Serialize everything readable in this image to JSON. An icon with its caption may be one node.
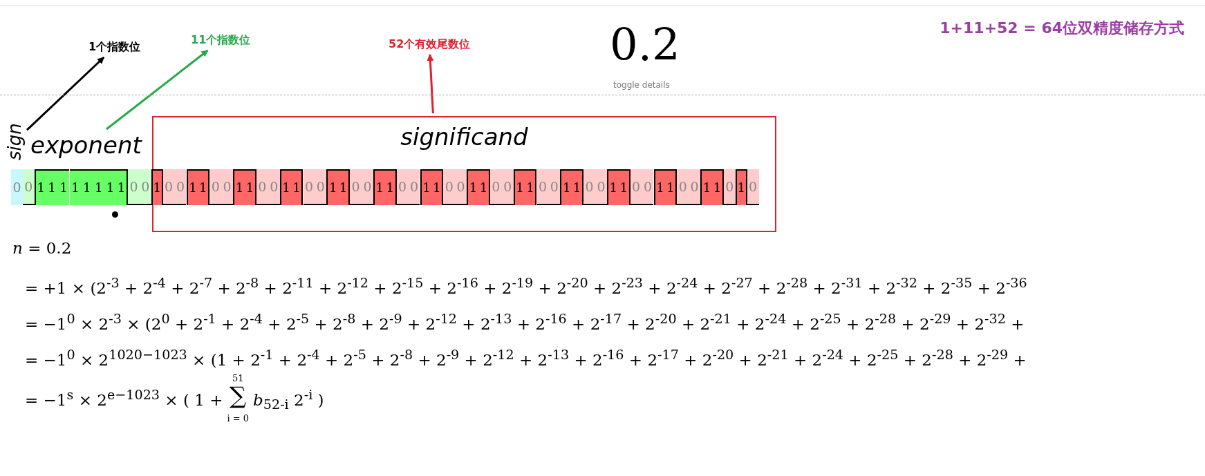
{
  "diagram": {
    "title": "1+11+52 = 64位双精度储存方式",
    "nodes": [
      {
        "text": [
          "1个指数位"
        ]
      },
      {
        "text": [
          "11个指数位"
        ]
      },
      {
        "text": [
          "52个有效尾数位"
        ]
      },
      {
        "text": [
          "sign"
        ]
      },
      {
        "text": [
          "exponent"
        ]
      },
      {
        "text": [
          "significand"
        ]
      }
    ],
    "edges": [
      {
        "from": 3,
        "to": 0,
        "arrow": "to"
      },
      {
        "from": 4,
        "to": 1,
        "arrow": "to",
        "color": "#22aa4a"
      },
      {
        "from": 5,
        "to": 2,
        "arrow": "to",
        "color": "#e0202e"
      }
    ],
    "labels": [
      "0.2",
      "toggle details",
      "0",
      "0",
      "1",
      "1",
      "1",
      "1",
      "1",
      "1",
      "1",
      "1",
      "0",
      "0",
      "1",
      "0",
      "0",
      "1",
      "1",
      "0",
      "0",
      "1",
      "1",
      "0",
      "0",
      "1",
      "1",
      "0",
      "0",
      "1",
      "1",
      "0",
      "0",
      "1",
      "1",
      "0",
      "0",
      "1",
      "1",
      "0",
      "0",
      "1",
      "1",
      "0",
      "0",
      "1",
      "1",
      "0",
      "0",
      "1",
      "1",
      "0",
      "0",
      "1",
      "1",
      "0",
      "0",
      "1",
      "1",
      "0",
      "0",
      "1",
      "1",
      "0",
      "1",
      "0",
      "*n* = 0.2",
      "= +1 × (2$^{-3}$ + 2$^{-4}$ + 2$^{-7}$ + 2$^{-8}$ + 2$^{-11}$ + 2$^{-12}$ + 2$^{-15}$ + 2$^{-16}$ + 2$^{-19}$ + 2$^{-20}$ + 2$^{-23}$ + 2$^{-24}$ + 2$^{-27}$ + 2$^{-28}$ + 2$^{-31}$ + 2$^{-32}$ + 2$^{-35}$ + 2$^{-36}$",
      "= −1$^{0}$ × 2$^{-3}$ × (2$^{0}$ + 2$^{-1}$ + 2$^{-4}$ + 2$^{-5}$ + 2$^{-8}$ + 2$^{-9}$ + 2$^{-12}$ + 2$^{-13}$ + 2$^{-16}$ + 2$^{-17}$ + 2$^{-20}$ + 2$^{-21}$ + 2$^{-24}$ + 2$^{-25}$ + 2$^{-28}$ + 2$^{-29}$ + 2$^{-32}$ +",
      "= −1$^{0}$ × 2$^{1020−1023}$ × (1 + 2$^{-1}$ + 2$^{-4}$ + 2$^{-5}$ + 2$^{-8}$ + 2$^{-9}$ + 2$^{-12}$ + 2$^{-13}$ + 2$^{-16}$ + 2$^{-17}$ + 2$^{-20}$ + 2$^{-21}$ + 2$^{-24}$ + 2$^{-25}$ + 2$^{-28}$ + 2$^{-29}$ +",
      "= −1$^{s}$ × 2$^{e−1023}$ × ( 1 +",
      "51",
      "∑",
      "i = 0",
      "*b*$_{52-i}$ 2$^{-i}$ )"
    ]
  }
}
